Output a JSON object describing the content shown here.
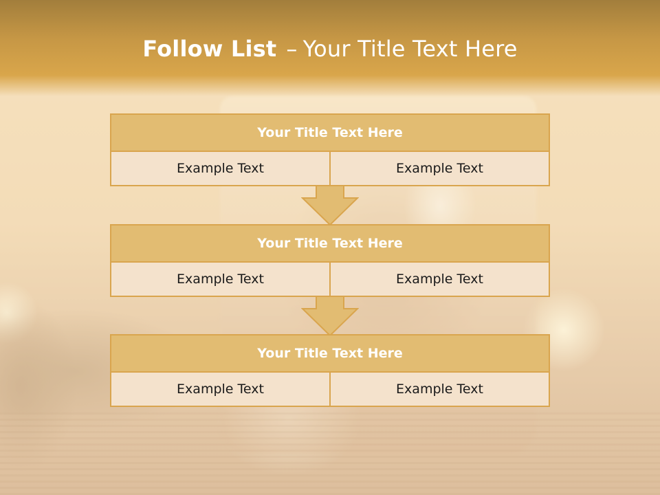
{
  "slide": {
    "title_bold": "Follow List",
    "title_dash": "–",
    "title_rest": "Your Title Text Here"
  },
  "blocks": [
    {
      "title": "Your Title Text Here",
      "left": "Example Text",
      "right": "Example Text"
    },
    {
      "title": "Your Title Text Here",
      "left": "Example Text",
      "right": "Example Text"
    },
    {
      "title": "Your Title Text Here",
      "left": "Example Text",
      "right": "Example Text"
    }
  ],
  "colors": {
    "header": "#d9a64b",
    "block_header": "#e2bc72",
    "block_cell": "#f4e2cc",
    "border": "#d9a54e"
  }
}
